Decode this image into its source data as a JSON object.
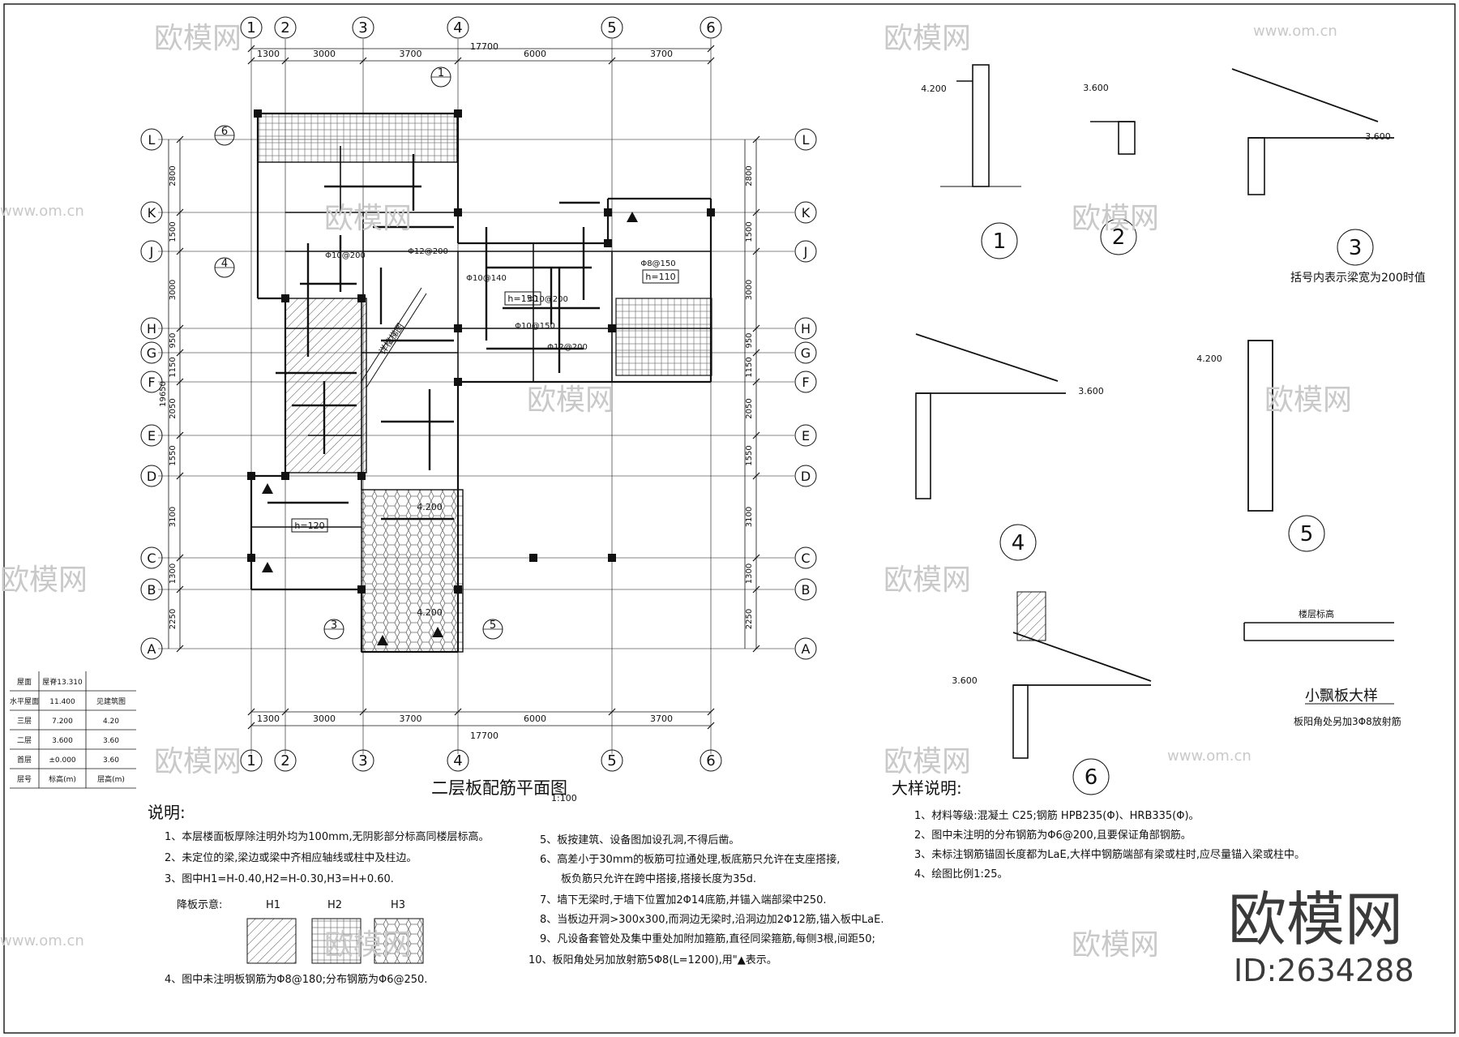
{
  "plan": {
    "title": "二层板配筋平面图",
    "scale": "1:100",
    "total_dim": "17700",
    "top_dims": [
      "1300",
      "3000",
      "3700",
      "6000",
      "3700"
    ],
    "v_axes": [
      "1",
      "2",
      "3",
      "4",
      "5",
      "6"
    ],
    "h_axes": [
      "L",
      "K",
      "J",
      "H",
      "G",
      "F",
      "E",
      "D",
      "C",
      "B",
      "A"
    ],
    "left_dims": [
      "2800",
      "1500",
      "3000",
      "950",
      "1150",
      "2050",
      "1550",
      "3100",
      "1300",
      "2250"
    ],
    "total_height": "19650",
    "slab_labels": [
      "h=150",
      "h=110",
      "h=120"
    ],
    "elev_labels": [
      "4.200",
      "4.200"
    ],
    "rebar_labels": [
      "Φ10@140",
      "Φ12@200",
      "Φ10@200",
      "Φ8@150",
      "Φ10@150",
      "Φ12@200",
      "Φ10@200"
    ],
    "section_marks": [
      "1",
      "3",
      "5",
      "4",
      "6"
    ],
    "stair_label": "详楼梯图"
  },
  "level_table": {
    "rows": [
      {
        "name": "屋面",
        "elev": "屋脊13.310",
        "height": ""
      },
      {
        "name": "水平屋面",
        "elev": "11.400",
        "height": "见建筑图"
      },
      {
        "name": "三层",
        "elev": "7.200",
        "height": "4.20"
      },
      {
        "name": "二层",
        "elev": "3.600",
        "height": "3.60"
      },
      {
        "name": "首层",
        "elev": "±0.000",
        "height": "3.60"
      }
    ],
    "header": {
      "name": "层号",
      "elev": "标高(m)",
      "height": "层高(m)"
    }
  },
  "notes": {
    "heading": "说明:",
    "left": [
      "1、本层楼面板厚除注明外均为100mm,无阴影部分标高同楼层标高。",
      "2、未定位的梁,梁边或梁中齐相应轴线或柱中及柱边。",
      "3、图中H1=H-0.40,H2=H-0.30,H3=H+0.60."
    ],
    "legend_label": "降板示意:",
    "legend": [
      "H1",
      "H2",
      "H3"
    ],
    "left_last": "4、图中未注明板钢筋为Φ8@180;分布钢筋为Φ6@250.",
    "right": [
      "5、板按建筑、设备图加设孔洞,不得后凿。",
      "6、高差小于30mm的板筋可拉通处理,板底筋只允许在支座搭接,",
      "板负筋只允许在跨中搭接,搭接长度为35d.",
      "7、墙下无梁时,于墙下位置加2Φ14底筋,并锚入端部梁中250.",
      "8、当板边开洞>300x300,而洞边无梁时,沿洞边加2Φ12筋,锚入板中LaE.",
      "9、凡设备套管处及集中重处加附加箍筋,直径同梁箍筋,每侧3根,间距50;",
      "10、板阳角处另加放射筋5Φ8(L=1200),用\"▲表示。"
    ]
  },
  "details": {
    "labels": [
      "1",
      "2",
      "3",
      "4",
      "5",
      "6"
    ],
    "note3": "括号内表示梁宽为200时值",
    "small_title": "小飘板大样",
    "small_sub": "板阳角处另加3Φ8放射筋",
    "small_label": "楼层标高",
    "elevs": [
      "4.200",
      "3.600",
      "3.600",
      "3.600",
      "4.200",
      "3.600"
    ],
    "heading": "大样说明:",
    "notes": [
      "1、材料等级:混凝土 C25;钢筋 HPB235(Φ)、HRB335(Φ)。",
      "2、图中未注明的分布钢筋为Φ6@200,且要保证角部钢筋。",
      "3、未标注钢筋锚固长度都为LaE,大样中钢筋端部有梁或柱时,应尽量锚入梁或柱中。",
      "4、绘图比例1:25。"
    ]
  },
  "brand": {
    "logo": "欧模网",
    "id": "ID:2634288",
    "watermark": "欧模网",
    "watermark_url": "www.om.cn"
  }
}
